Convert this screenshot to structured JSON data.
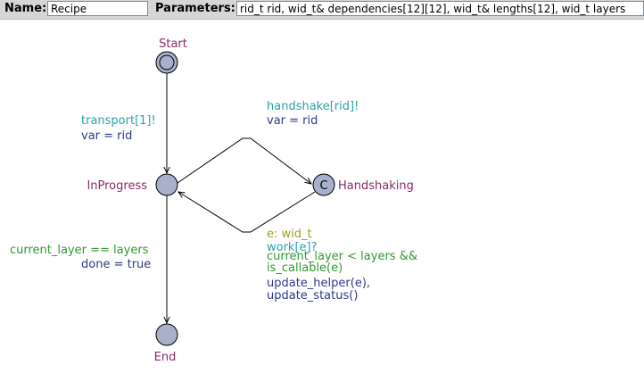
{
  "toolbar": {
    "name_label": "Name:",
    "name_value": "Recipe",
    "params_label": "Parameters:",
    "params_value": "rid_t rid, wid_t& dependencies[12][12], wid_t& lengths[12], wid_t layers"
  },
  "colors": {
    "location_name": "#8b2a6b",
    "sync": "#2aa2a8",
    "update": "#2d3a8c",
    "guard": "#2e9a2e",
    "select": "#a0a020",
    "node_fill": "#a8b0cc",
    "edge": "#000000"
  },
  "locations": {
    "start": {
      "name": "Start",
      "initial": true
    },
    "in_progress": {
      "name": "InProgress"
    },
    "handshaking": {
      "name": "Handshaking",
      "committed_mark": "C"
    },
    "end": {
      "name": "End"
    }
  },
  "edges": {
    "start_to_inprogress": {
      "sync": "transport[1]!",
      "update": "var = rid"
    },
    "inprogress_to_handshaking": {
      "sync": "handshake[rid]!",
      "update": "var = rid"
    },
    "handshaking_to_inprogress": {
      "select": "e: wid_t",
      "sync": "work[e]?",
      "guard_line1": "current_layer < layers &&",
      "guard_line2": "is_callable(e)",
      "update_line1": "update_helper(e),",
      "update_line2": "update_status()"
    },
    "inprogress_to_end": {
      "guard": "current_layer == layers",
      "update": "done = true"
    }
  }
}
